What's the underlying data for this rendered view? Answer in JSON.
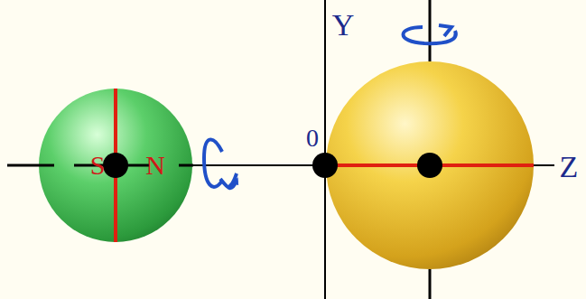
{
  "diagram": {
    "nodes": [
      {
        "text": [
          "S",
          "N"
        ]
      }
    ],
    "labels": [
      "Y",
      "0",
      "Z"
    ]
  }
}
